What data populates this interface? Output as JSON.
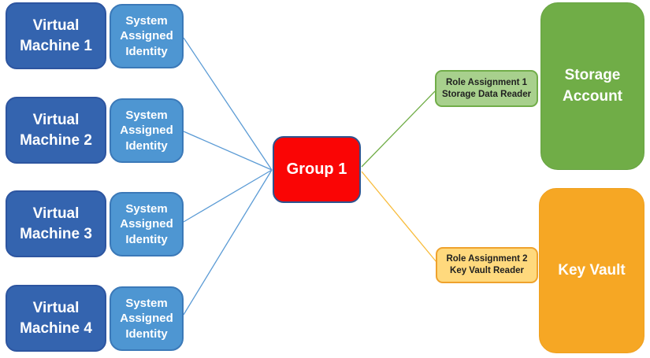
{
  "diagram": {
    "vms": [
      {
        "label": "Virtual Machine 1",
        "identity": "System Assigned Identity"
      },
      {
        "label": "Virtual Machine 2",
        "identity": "System Assigned Identity"
      },
      {
        "label": "Virtual Machine 3",
        "identity": "System Assigned Identity"
      },
      {
        "label": "Virtual Machine 4",
        "identity": "System Assigned Identity"
      }
    ],
    "group": {
      "label": "Group 1"
    },
    "role_assignments": [
      {
        "title": "Role Assignment 1",
        "role": "Storage Data Reader"
      },
      {
        "title": "Role Assignment 2",
        "role": "Key Vault Reader"
      }
    ],
    "targets": [
      {
        "label": "Storage Account"
      },
      {
        "label": "Key Vault"
      }
    ],
    "edges": [
      {
        "from": "system-assigned-identity-1",
        "to": "group-1",
        "color": "blue"
      },
      {
        "from": "system-assigned-identity-2",
        "to": "group-1",
        "color": "blue"
      },
      {
        "from": "system-assigned-identity-3",
        "to": "group-1",
        "color": "blue"
      },
      {
        "from": "system-assigned-identity-4",
        "to": "group-1",
        "color": "blue"
      },
      {
        "from": "group-1",
        "to": "role-assignment-1",
        "color": "green"
      },
      {
        "from": "group-1",
        "to": "role-assignment-2",
        "color": "orange"
      }
    ],
    "colors": {
      "vm_fill": "#3464AF",
      "vm_border": "#2D55A0",
      "identity_fill": "#4E96D2",
      "identity_border": "#3B79B8",
      "group_fill": "#FA0505",
      "group_border": "#2E538F",
      "storage_fill": "#70AD47",
      "storage_border": "#68A342",
      "role1_fill": "#A8D08D",
      "role1_border": "#71AD49",
      "keyvault_fill": "#F6A724",
      "keyvault_border": "#EFA01F",
      "role2_fill": "#FFD97D",
      "role2_border": "#EFA22D",
      "line_blue": "#5B9BD5",
      "line_green": "#70AD47",
      "line_orange": "#F8BC3C"
    }
  }
}
